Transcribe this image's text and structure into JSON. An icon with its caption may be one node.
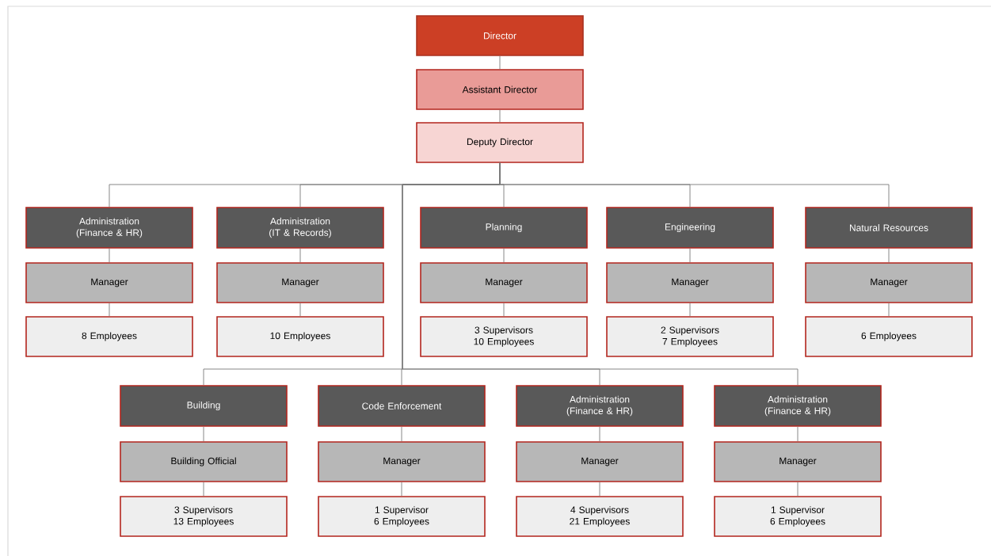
{
  "diagram": {
    "nodes": [
      {
        "text": [
          "Director"
        ]
      },
      {
        "text": [
          "Assistant Director"
        ]
      },
      {
        "text": [
          "Deputy Director"
        ]
      },
      {
        "text": [
          "Administration (Finance & HR)"
        ]
      },
      {
        "text": [
          "Administration (IT & Records)"
        ]
      },
      {
        "text": [
          "Planning"
        ]
      },
      {
        "text": [
          "Engineering"
        ]
      },
      {
        "text": [
          "Natural Resources"
        ]
      },
      {
        "text": [
          "Manager"
        ]
      },
      {
        "text": [
          "Manager"
        ]
      },
      {
        "text": [
          "Manager"
        ]
      },
      {
        "text": [
          "Manager"
        ]
      },
      {
        "text": [
          "Manager"
        ]
      },
      {
        "text": [
          "8 Employees"
        ]
      },
      {
        "text": [
          "10 Employees"
        ]
      },
      {
        "text": [
          "3 Supervisors 10 Employees"
        ]
      },
      {
        "text": [
          "2 Supervisors 7 Employees"
        ]
      },
      {
        "text": [
          "6 Employees"
        ]
      },
      {
        "text": [
          "Building"
        ]
      },
      {
        "text": [
          "Code Enforcement"
        ]
      },
      {
        "text": [
          "Administration (Finance & HR)"
        ]
      },
      {
        "text": [
          "Administration (Finance & HR)"
        ]
      },
      {
        "text": [
          "Building Official"
        ]
      },
      {
        "text": [
          "Manager"
        ]
      },
      {
        "text": [
          "Manager"
        ]
      },
      {
        "text": [
          "Manager"
        ]
      },
      {
        "text": [
          "3 Supervisors 13 Employees"
        ]
      },
      {
        "text": [
          "1 Supervisor 6 Employees"
        ]
      },
      {
        "text": [
          "4 Supervisors 21 Employees"
        ]
      },
      {
        "text": [
          "1 Supervisor 6 Employees"
        ]
      }
    ],
    "edges": [
      {
        "from": 0,
        "to": 1,
        "arrow": "none"
      },
      {
        "from": 1,
        "to": 2,
        "arrow": "none"
      },
      {
        "from": 2,
        "to": 3,
        "arrow": "none"
      },
      {
        "from": 2,
        "to": 4,
        "arrow": "none"
      },
      {
        "from": 2,
        "to": 5,
        "arrow": "none"
      },
      {
        "from": 2,
        "to": 6,
        "arrow": "none"
      },
      {
        "from": 2,
        "to": 7,
        "arrow": "none"
      },
      {
        "from": 2,
        "to": 18,
        "arrow": "none"
      },
      {
        "from": 2,
        "to": 19,
        "arrow": "none"
      },
      {
        "from": 2,
        "to": 20,
        "arrow": "none"
      },
      {
        "from": 2,
        "to": 21,
        "arrow": "none"
      },
      {
        "from": 3,
        "to": 8,
        "arrow": "none"
      },
      {
        "from": 4,
        "to": 9,
        "arrow": "none"
      },
      {
        "from": 5,
        "to": 10,
        "arrow": "none"
      },
      {
        "from": 6,
        "to": 11,
        "arrow": "none"
      },
      {
        "from": 7,
        "to": 12,
        "arrow": "none"
      },
      {
        "from": 8,
        "to": 13,
        "arrow": "none"
      },
      {
        "from": 9,
        "to": 14,
        "arrow": "none"
      },
      {
        "from": 10,
        "to": 15,
        "arrow": "none"
      },
      {
        "from": 11,
        "to": 16,
        "arrow": "none"
      },
      {
        "from": 12,
        "to": 17,
        "arrow": "none"
      },
      {
        "from": 18,
        "to": 22,
        "arrow": "none"
      },
      {
        "from": 19,
        "to": 23,
        "arrow": "none"
      },
      {
        "from": 20,
        "to": 24,
        "arrow": "none"
      },
      {
        "from": 21,
        "to": 25,
        "arrow": "none"
      },
      {
        "from": 22,
        "to": 26,
        "arrow": "none"
      },
      {
        "from": 23,
        "to": 27,
        "arrow": "none"
      },
      {
        "from": 24,
        "to": 28,
        "arrow": "none"
      },
      {
        "from": 25,
        "to": 29,
        "arrow": "none"
      }
    ]
  }
}
